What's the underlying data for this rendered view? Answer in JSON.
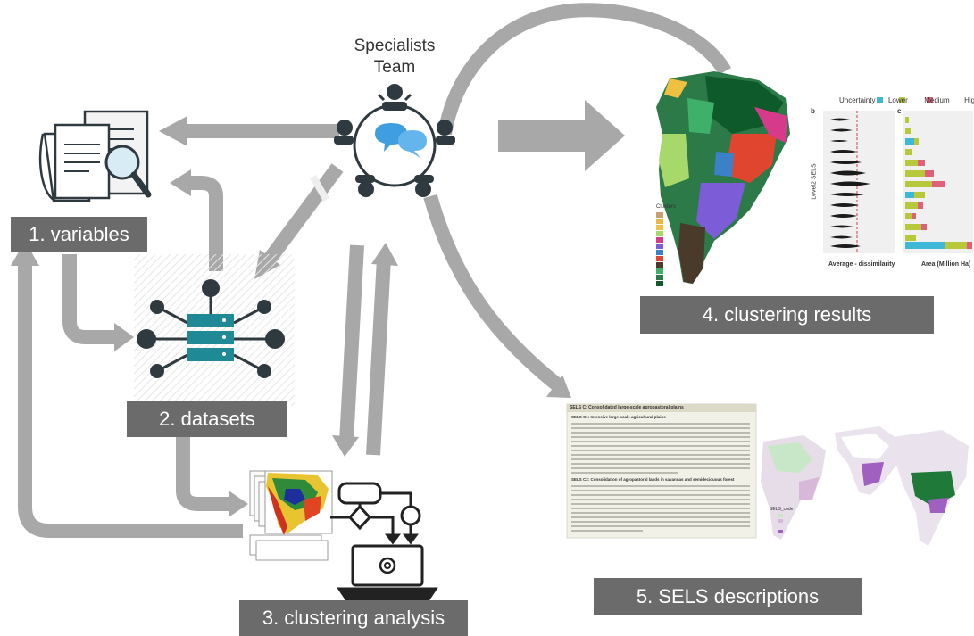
{
  "team": {
    "line1": "Specialists",
    "line2": "Team"
  },
  "steps": {
    "variables": "1. variables",
    "datasets": "2. datasets",
    "clustering_analysis": "3. clustering analysis",
    "clustering_results": "4. clustering results",
    "sels_descriptions": "5. SELS descriptions"
  },
  "colors": {
    "label_bg": "#6b6b6b",
    "arrow": "#a8a8a8",
    "icon_dark": "#2f3a40",
    "icon_teal": "#1f8a96",
    "bubble_blue": "#3f9ee0"
  },
  "results_panel": {
    "uncertainty_label": "Uncertainty",
    "legend": [
      "Lower",
      "Medium",
      "Higher"
    ],
    "legend_colors": [
      "#3fb8d8",
      "#b7c93a",
      "#e0607a"
    ],
    "panel_b_tag": "b",
    "panel_c_tag": "c",
    "ylabel": "Level2 SELS",
    "xlabel_b": "Average - dissimilarity",
    "xlabel_c": "Area (Million Ha)",
    "map_legend_title": "Clusters"
  },
  "description_doc": {
    "heading": "SELS C: Consolidated large-scale agropastoral plains",
    "sub1": "SELS C1: Intensive large-scale agricultural plains",
    "sub2": "SELS C2: Consolidation of agropastoral lands in savannas and semideciduous forest",
    "map_legend_title": "SELS_code"
  }
}
